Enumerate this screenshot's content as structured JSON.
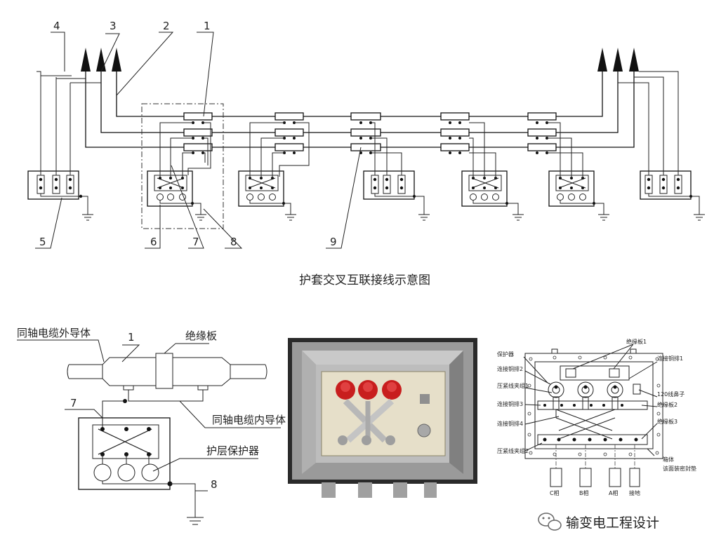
{
  "top_diagram": {
    "caption": "护套交叉互联接线示意图",
    "callouts": [
      "1",
      "2",
      "3",
      "4",
      "5",
      "6",
      "7",
      "8",
      "9"
    ]
  },
  "left_diagram": {
    "outer_conductor": "同轴电缆外导体",
    "insulation_plate": "绝缘板",
    "inner_conductor": "同轴电缆内导体",
    "protector": "护层保护器",
    "n1": "1",
    "n7": "7",
    "n8": "8"
  },
  "photo": {
    "icon": "cross-bonding-box-photo"
  },
  "right_diagram": {
    "protector": "保护器",
    "copper_bar2": "连接铜排2",
    "clamp1": "压紧线夹组1",
    "copper_bar3": "连接铜排3",
    "copper_bar4": "连接铜排4",
    "clamp2": "压紧线夹组2",
    "insulation_plate1": "绝缘板1",
    "copper_bar1": "连接铜排1",
    "lug120": "120线鼻子",
    "insulation_plate2": "绝缘板2",
    "insulation_plate3": "绝缘板3",
    "box": "箱体",
    "seal": "该面装密封垫",
    "phase_c": "C相",
    "phase_b": "B相",
    "phase_a": "A相",
    "ground": "接地"
  },
  "watermark": {
    "text": "输变电工程设计",
    "icon": "wechat-icon"
  }
}
